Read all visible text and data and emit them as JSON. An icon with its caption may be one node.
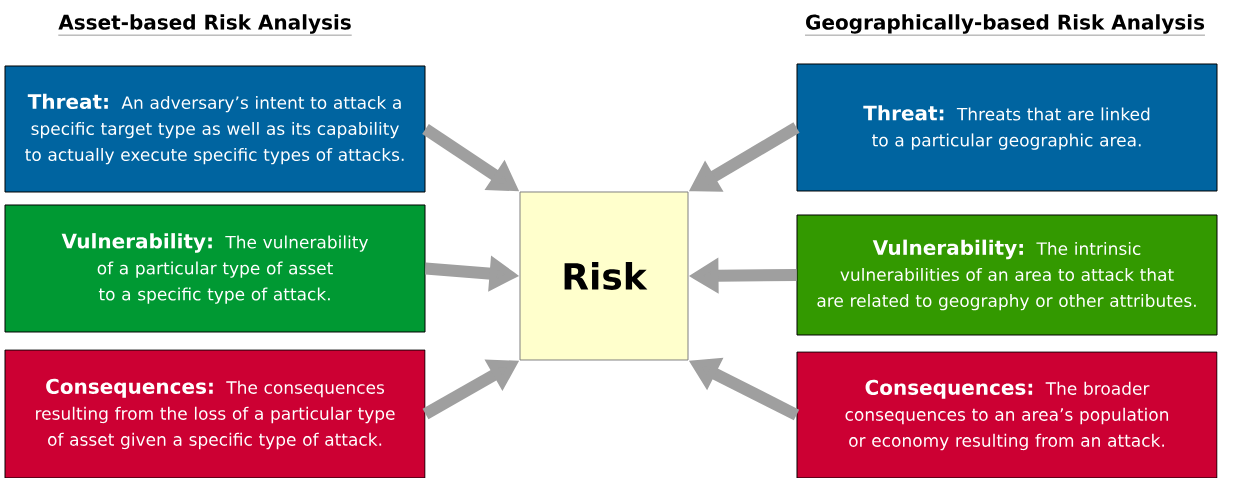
{
  "diagram": {
    "nodes": [
      {
        "text": [
          "Threat:",
          "An adversary’s intent to attack a specific target type as well as its capability to actually execute specific types of attacks."
        ]
      },
      {
        "text": [
          "Vulnerability:",
          "The vulnerability of a particular type of asset to a specific type of attack."
        ]
      },
      {
        "text": [
          "Consequences:",
          "The consequences resulting from the loss of a particular type of asset given a specific type of attack."
        ]
      },
      {
        "text": [
          "Risk"
        ]
      },
      {
        "text": [
          "Threat:",
          "Threats that are linked to a particular geographic area."
        ]
      },
      {
        "text": [
          "Vulnerability:",
          "The intrinsic vulnerabilities of an area to attack that are related to geography or other attributes."
        ]
      },
      {
        "text": [
          "Consequences:",
          "The broader consequences to an area’s population or economy resulting from an attack."
        ]
      }
    ],
    "edges": [
      {
        "from": 0,
        "to": 3,
        "arrow": "to"
      },
      {
        "from": 1,
        "to": 3,
        "arrow": "to"
      },
      {
        "from": 2,
        "to": 3,
        "arrow": "to"
      },
      {
        "from": 4,
        "to": 3,
        "arrow": "to"
      },
      {
        "from": 5,
        "to": 3,
        "arrow": "to"
      },
      {
        "from": 6,
        "to": 3,
        "arrow": "to"
      }
    ],
    "labels": [
      "Asset-based Risk Analysis",
      "Geographically-based Risk Analysis"
    ]
  }
}
